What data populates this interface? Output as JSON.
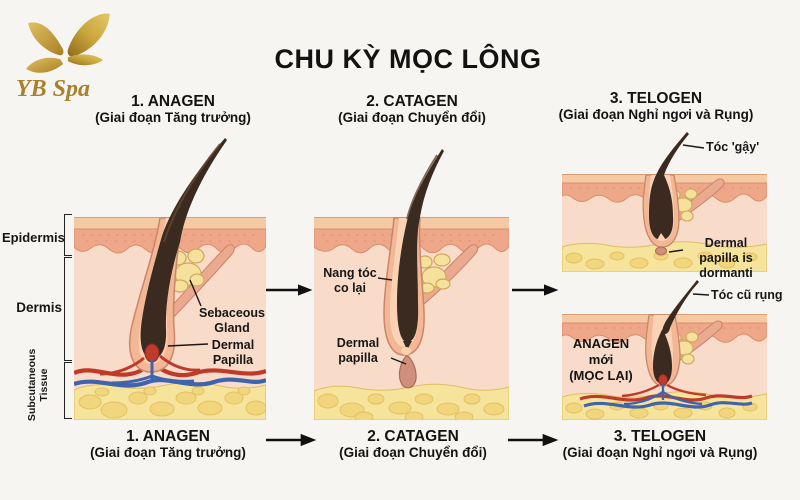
{
  "logo": {
    "text": "YB Spa",
    "gold": "#b08a2e"
  },
  "title": "CHU KỲ MỌC LÔNG",
  "stages": [
    {
      "name": "1. ANAGEN",
      "subtitle": "(Giai đoạn Tăng trưởng)"
    },
    {
      "name": "2. CATAGEN",
      "subtitle": "(Giai đoạn Chuyển đổi)"
    },
    {
      "name": "3. TELOGEN",
      "subtitle": "(Giai đoạn Nghỉ ngơi và Rụng)"
    }
  ],
  "layer_labels": {
    "epidermis": "Epidermis",
    "dermis": "Dermis",
    "subcutaneous": "Subcutaneous Tissue"
  },
  "anagen_panel": {
    "sebaceous_gland": "Sebaceous Gland",
    "dermal_papilla": "Dermal Papilla"
  },
  "catagen_panel": {
    "shrinking_follicle": "Nang tóc co lại",
    "dermal_papilla": "Dermal papilla"
  },
  "telogen_panel": {
    "club_hair": "Tóc 'gậy'",
    "dormant_papilla": "Dermal papilla is dormanti",
    "old_hair": "Tóc cũ rụng",
    "new_anagen_lines": [
      "ANAGEN",
      "mới",
      "(MỌC LẠI)"
    ]
  },
  "palette": {
    "epidermis": "#efa78a",
    "dermis": "#f8dbc8",
    "fat": "#f7e49c",
    "vessel_red": "#bf3a2b",
    "vessel_blue": "#3f64ad",
    "hair": "#3a2a1f"
  }
}
